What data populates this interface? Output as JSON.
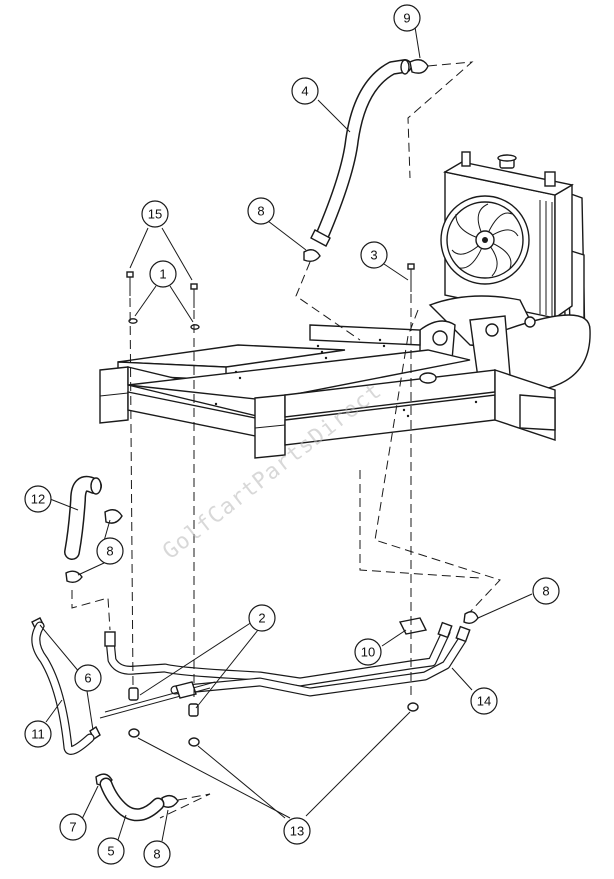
{
  "callouts": [
    "9",
    "4",
    "8",
    "15",
    "1",
    "3",
    "12",
    "8",
    "2",
    "6",
    "11",
    "10",
    "8",
    "14",
    "7",
    "5",
    "8",
    "13"
  ],
  "watermark": "GolfCartPartsDirect",
  "parts": [
    "radiator-assembly",
    "cooling-fan",
    "frame-rails",
    "upper-hose",
    "lower-hose",
    "bypass-hose",
    "hose-clamp",
    "bolt",
    "washer",
    "nut",
    "coolant-tube",
    "tube-bracket"
  ]
}
